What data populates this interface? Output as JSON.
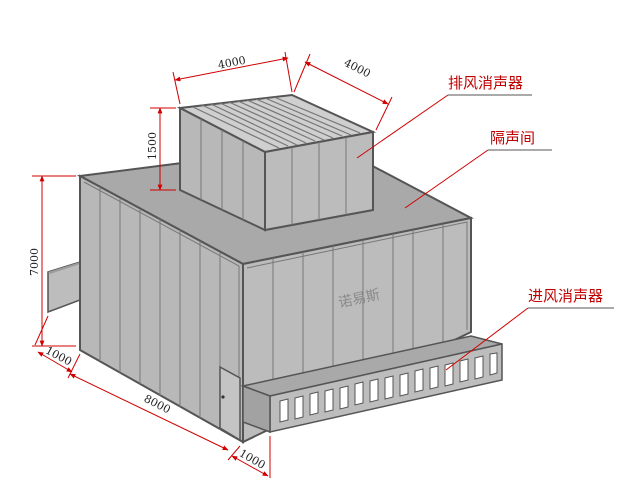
{
  "dimensions": {
    "top_width": "4000",
    "top_depth": "4000",
    "top_height": "1500",
    "main_height": "7000",
    "left_offset": "1000",
    "main_length": "8000",
    "front_offset": "1000"
  },
  "labels": {
    "exhaust_silencer": "排风消声器",
    "enclosure": "隔声间",
    "intake_silencer": "进风消声器"
  },
  "watermark": "诺易斯",
  "colors": {
    "panel_fill": "#b8b8b8",
    "roof_fill": "#a9a9a9",
    "frame": "#555555",
    "dimension_line": "#d00000",
    "label_text": "#c00000"
  }
}
